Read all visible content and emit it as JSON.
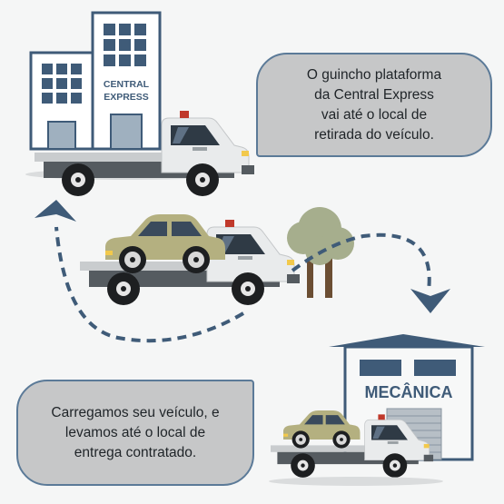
{
  "building": {
    "sign_line1": "CENTRAL",
    "sign_line2": "EXPRESS"
  },
  "workshop": {
    "sign": "MECÂNICA"
  },
  "bubble_top": {
    "lines": [
      "O guincho plataforma",
      "da Central Express",
      "vai até o local de",
      "retirada do veículo."
    ]
  },
  "bubble_bottom": {
    "lines": [
      "Carregamos seu veículo, e",
      "levamos até o local de",
      "entrega contratado."
    ]
  },
  "colors": {
    "background": "#f5f6f6",
    "navy": "#3f5b78",
    "bubble": "#c6c7c8",
    "bubble_border": "#5b7a98",
    "car": "#b4b080",
    "tree": "#a6ae8d",
    "trunk": "#6b4e33"
  },
  "icons": [
    "office-building-icon",
    "tow-truck-icon",
    "car-icon",
    "tree-icon",
    "workshop-garage-icon",
    "cycle-arrow-icon"
  ]
}
